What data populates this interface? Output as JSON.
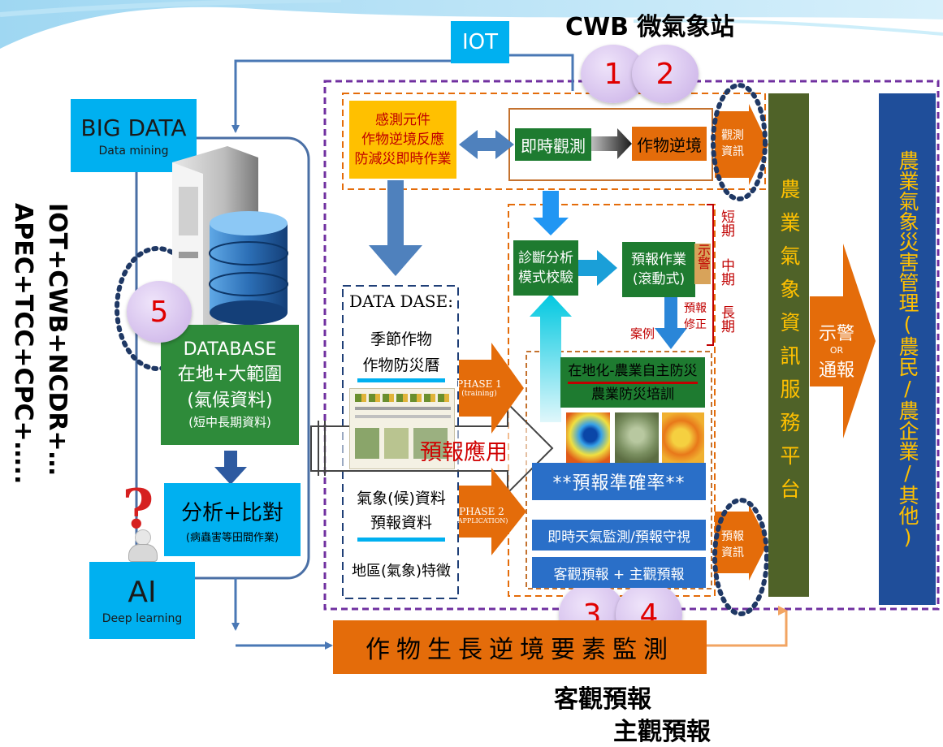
{
  "header": {
    "title": "CWB 微氣象站",
    "iot_label": "IOT"
  },
  "left": {
    "sources_line1": "IOT+CWB+NCDR+…",
    "sources_line2": "APEC+TCC+CPC+…..",
    "bigdata": {
      "title": "BIG DATA",
      "subtitle": "Data mining"
    },
    "ai": {
      "title": "AI",
      "subtitle": "Deep learning"
    },
    "database": {
      "l1": "DATABASE",
      "l2": "在地+大範圍",
      "l3": "(氣候資料)",
      "l4": "(短中長期資料)"
    },
    "analysis": {
      "title": "分析+比對",
      "subtitle": "(病蟲害等田間作業)"
    },
    "help_mark": "?"
  },
  "markers": [
    "1",
    "2",
    "3",
    "4",
    "5"
  ],
  "top_row": {
    "sensor": {
      "l1": "感測元件",
      "l2": "作物逆境反應",
      "l3": "防減災即時作業"
    },
    "realtime_obs": "即時觀測",
    "crop_stress": "作物逆境",
    "obs_info": {
      "l1": "觀測",
      "l2": "資訊"
    }
  },
  "mid": {
    "diagnosis": {
      "l1": "診斷分析",
      "l2": "模式校驗"
    },
    "forecast_op": {
      "l1": "預報作業",
      "l2": "(滾動式)"
    },
    "warning_side": "示警",
    "forecast_fix": {
      "l1": "預報",
      "l2": "修正"
    },
    "case": "案例",
    "term_labels": [
      "短期",
      "中期",
      "長期"
    ]
  },
  "database_panel": {
    "title": "DATA DASE:",
    "season_crop": "季節作物",
    "calendar": "作物防災曆",
    "climate_data": "氣象(候)資料",
    "forecast_data": "預報資料",
    "regional": "地區(氣象)特徵"
  },
  "phases": {
    "phase1": "PHASE 1",
    "phase1_sub": "(training)",
    "phase2": "PHASE 2",
    "phase2_sub": "(APPLICATION)"
  },
  "forecast_app": "預報應用",
  "training": {
    "l1": "在地化-農業自主防災",
    "l2": "農業防災培訓"
  },
  "accuracy": "**預報準確率**",
  "monitoring": "即時天氣監測/預報守視",
  "objective_subjective": "客觀預報 + 主觀預報",
  "forecast_info": {
    "l1": "預報",
    "l2": "資訊"
  },
  "platform": "農業氣象資訊服務平台",
  "warn_or_report": {
    "l1": "示警",
    "l2": "OR",
    "l3": "通報"
  },
  "disaster_mgmt": "農業氣象災害管理(農民/農企業/其他)",
  "bottom": {
    "monitor_bar": "作物生長逆境要素監測",
    "objective": "客觀預報",
    "subjective": "主觀預報"
  },
  "colors": {
    "orange": "#e46c0a",
    "blue": "#0070c0",
    "cyan": "#00b0f0",
    "green": "#1e7b30",
    "olive": "#4f6228",
    "navy": "#1f4e9a",
    "purple": "#7030a0",
    "yellow": "#ffc000"
  }
}
